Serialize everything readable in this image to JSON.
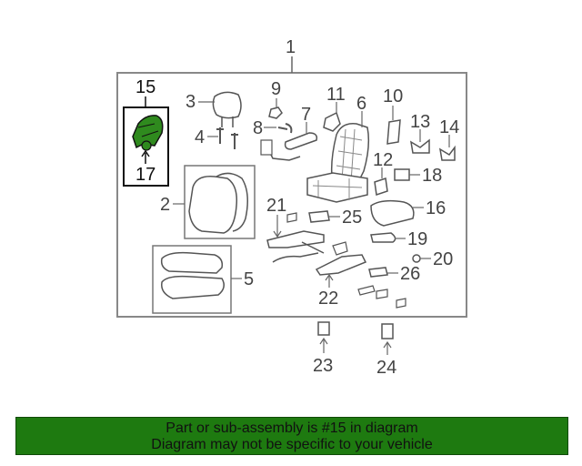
{
  "diagram": {
    "callouts": [
      "1",
      "2",
      "3",
      "4",
      "5",
      "6",
      "7",
      "8",
      "9",
      "10",
      "11",
      "12",
      "13",
      "14",
      "15",
      "16",
      "17",
      "18",
      "19",
      "20",
      "21",
      "22",
      "23",
      "24",
      "25",
      "26"
    ],
    "highlight_color": "#2f8a1e"
  },
  "footer": {
    "line1": "Part or sub-assembly is #15 in diagram",
    "line2": "Diagram may not be specific to your vehicle",
    "background": "#1e7a10"
  }
}
